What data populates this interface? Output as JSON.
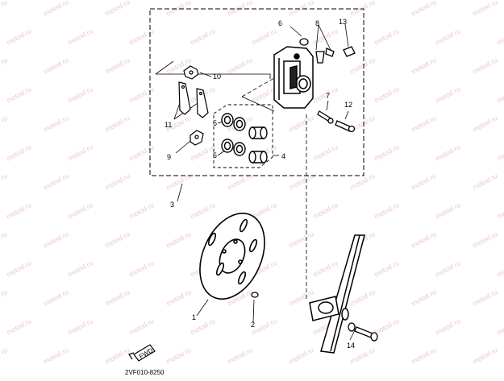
{
  "diagram": {
    "watermark": "motod.ru",
    "catalog_code": "2VF010-8250",
    "front_arrow_text": "FWD",
    "callouts": [
      {
        "id": "c1",
        "num": "1",
        "part": "brake-disc"
      },
      {
        "id": "c2",
        "num": "2",
        "part": "disc-screw"
      },
      {
        "id": "c3",
        "num": "3",
        "part": "caliper-assembly"
      },
      {
        "id": "c4",
        "num": "4",
        "part": "piston-seal-kit"
      },
      {
        "id": "c5a",
        "num": "5",
        "part": "piston-seal-upper"
      },
      {
        "id": "c5b",
        "num": "5",
        "part": "piston-seal-lower"
      },
      {
        "id": "c6",
        "num": "6",
        "part": "bleed-screw-cap"
      },
      {
        "id": "c7",
        "num": "7",
        "part": "pad-pin"
      },
      {
        "id": "c8",
        "num": "8",
        "part": "bleed-screw"
      },
      {
        "id": "c9",
        "num": "9",
        "part": "pad-spring"
      },
      {
        "id": "c10",
        "num": "10",
        "part": "pad-support"
      },
      {
        "id": "c11",
        "num": "11",
        "part": "brake-pad-kit"
      },
      {
        "id": "c12",
        "num": "12",
        "part": "caliper-bolt"
      },
      {
        "id": "c13",
        "num": "13",
        "part": "plug"
      },
      {
        "id": "c14",
        "num": "14",
        "part": "bracket-bolt"
      }
    ]
  }
}
